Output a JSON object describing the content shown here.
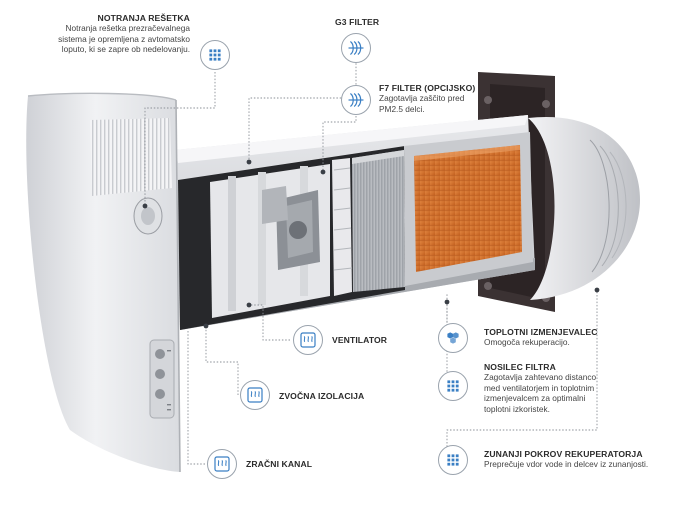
{
  "callouts": {
    "inner_grille": {
      "title": "NOTRANJA REŠETKA",
      "desc": [
        "Notranja rešetka prezračevalnega",
        "sistema je opremljena z avtomatsko",
        "loputo, ki se zapre ob nedelovanju."
      ],
      "icon": "grid-icon"
    },
    "g3_filter": {
      "title": "G3 FILTER",
      "icon": "filter-icon"
    },
    "f7_filter": {
      "title": "F7 FILTER (OPCIJSKO)",
      "desc": [
        "Zagotavlja zaščito pred",
        "PM2.5 delci."
      ],
      "icon": "filter-icon"
    },
    "fan": {
      "title": "VENTILATOR",
      "icon": "airflow-icon"
    },
    "sound_insulation": {
      "title": "ZVOČNA IZOLACIJA",
      "icon": "airflow-icon"
    },
    "air_duct": {
      "title": "ZRAČNI KANAL",
      "icon": "airflow-icon"
    },
    "heat_exchanger": {
      "title": "TOPLOTNI IZMENJEVALEC",
      "desc": [
        "Omogoča rekuperacijo."
      ],
      "icon": "hexagon-icon"
    },
    "filter_carrier": {
      "title": "NOSILEC FILTRA",
      "desc": [
        "Zagotavlja zahtevano distanco",
        "med ventilatorjem in toplotnim",
        "izmenjevalcem za optimalni",
        "toplotni izkoristek."
      ],
      "icon": "grid-icon"
    },
    "outer_cover": {
      "title": "ZUNANJI POKROV REKUPERATORJA",
      "desc": [
        "Preprečuje vdor vode in delcev iz zunanjosti."
      ],
      "icon": "grid-icon"
    }
  },
  "colors": {
    "icon_ring": "#9aa3ad",
    "icon_blue": "#3a7fc4",
    "exchanger": "#d9782f",
    "leader": "#8a8f96"
  }
}
